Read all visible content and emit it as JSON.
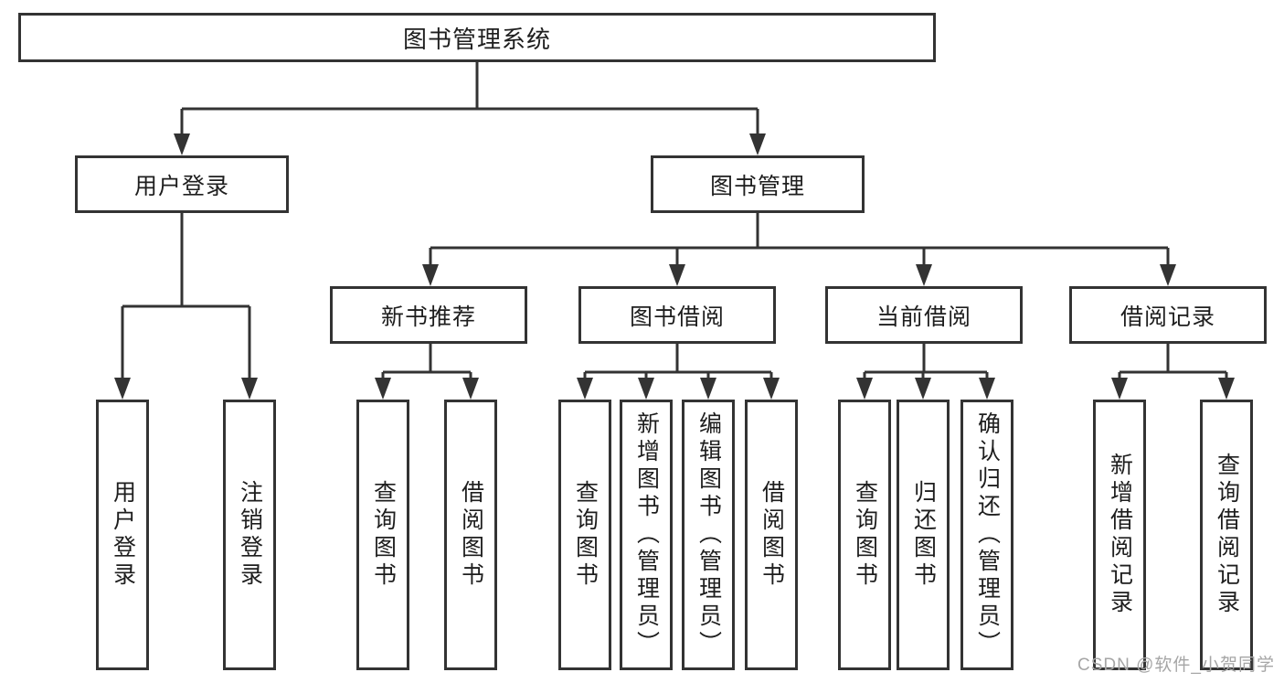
{
  "colors": {
    "line": "#333333",
    "text": "#1e1e1e",
    "box-bg": "#ffffff",
    "background": "#ffffff",
    "watermark": "#a6a6a6"
  },
  "watermark": {
    "text": "CSDN @软件_小贺同学"
  },
  "diagram": {
    "type": "tree",
    "root": {
      "label": "图书管理系统",
      "children": [
        {
          "label": "用户登录",
          "children": [
            {
              "label": "用户登录"
            },
            {
              "label": "注销登录"
            }
          ]
        },
        {
          "label": "图书管理",
          "children": [
            {
              "label": "新书推荐",
              "children": [
                {
                  "label": "查询图书"
                },
                {
                  "label": "借阅图书"
                }
              ]
            },
            {
              "label": "图书借阅",
              "children": [
                {
                  "label": "查询图书"
                },
                {
                  "label": "新增图书（管理员）"
                },
                {
                  "label": "编辑图书（管理员）"
                },
                {
                  "label": "借阅图书"
                }
              ]
            },
            {
              "label": "当前借阅",
              "children": [
                {
                  "label": "查询图书"
                },
                {
                  "label": "归还图书"
                },
                {
                  "label": "确认归还（管理员）"
                }
              ]
            },
            {
              "label": "借阅记录",
              "children": [
                {
                  "label": "新增借阅记录"
                },
                {
                  "label": "查询借阅记录"
                }
              ]
            }
          ]
        }
      ]
    }
  }
}
